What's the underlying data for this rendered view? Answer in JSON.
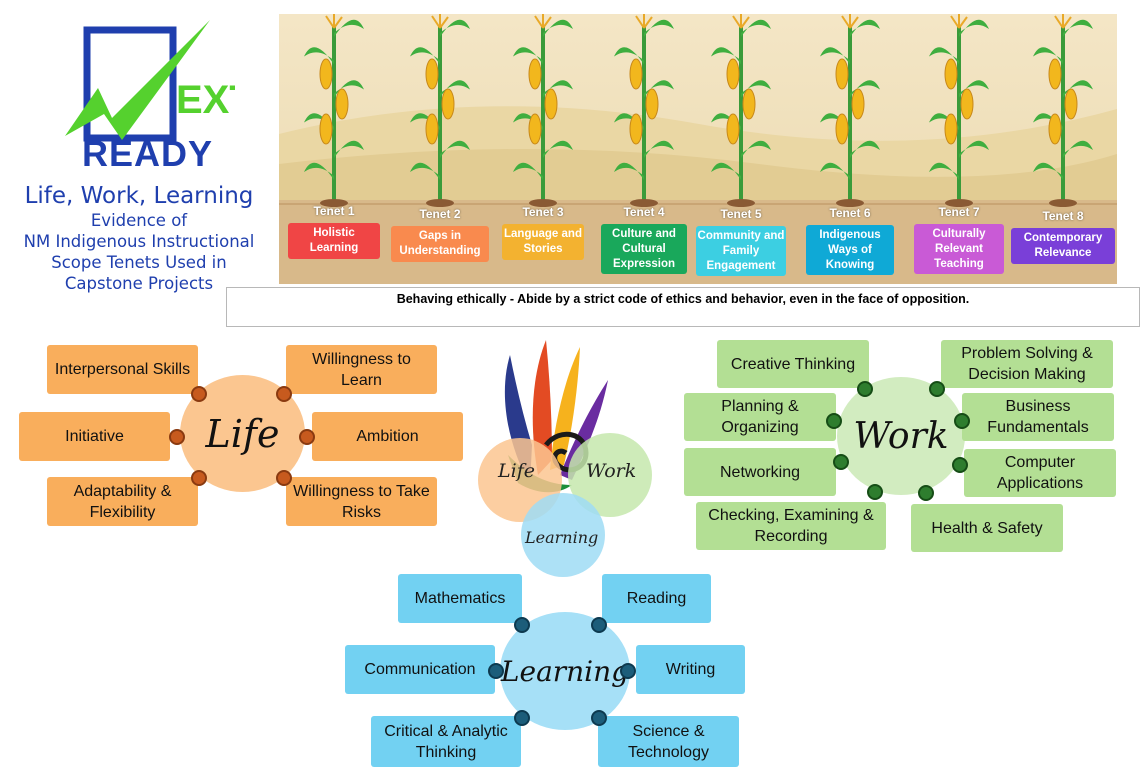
{
  "logo": {
    "word1": "EXT",
    "word2": "READY"
  },
  "title": {
    "main": "Life, Work, Learning",
    "lines": [
      "Evidence of",
      "NM Indigenous Instructional",
      "Scope Tenets Used in",
      "Capstone Projects"
    ]
  },
  "tenets": [
    {
      "number": "Tenet 1",
      "name": "Holistic Learning",
      "color": "#f04545"
    },
    {
      "number": "Tenet 2",
      "name": "Gaps in Understanding",
      "color": "#f98a4e"
    },
    {
      "number": "Tenet 3",
      "name": "Language and Stories",
      "color": "#f3b230"
    },
    {
      "number": "Tenet 4",
      "name": "Culture and Cultural Expression",
      "color": "#19a85b"
    },
    {
      "number": "Tenet 5",
      "name": "Community and Family Engagement",
      "color": "#3ccfe2"
    },
    {
      "number": "Tenet 6",
      "name": "Indigenous Ways of Knowing",
      "color": "#0fa9d6"
    },
    {
      "number": "Tenet 7",
      "name": "Culturally Relevant Teaching",
      "color": "#c95ad6"
    },
    {
      "number": "Tenet 8",
      "name": "Contemporary Relevance",
      "color": "#7a3fd8"
    }
  ],
  "quote": "Behaving ethically - Abide by a strict code of ethics and behavior, even in the face of opposition.",
  "life": {
    "hub": "Life",
    "color": "#f9ae5c",
    "items": [
      "Interpersonal Skills",
      "Willingness to Learn",
      "Initiative",
      "Ambition",
      "Adaptability & Flexibility",
      "Willingness to Take Risks"
    ]
  },
  "work": {
    "hub": "Work",
    "color": "#b3df94",
    "items": [
      "Creative Thinking",
      "Problem Solving & Decision Making",
      "Planning & Organizing",
      "Business Fundamentals",
      "Networking",
      "Computer Applications",
      "Checking, Examining & Recording",
      "Health & Safety"
    ]
  },
  "learning": {
    "hub": "Learning",
    "color": "#72d1f2",
    "items": [
      "Mathematics",
      "Reading",
      "Communication",
      "Writing",
      "Critical & Analytic Thinking",
      "Science & Technology"
    ]
  },
  "venn": {
    "life": "Life",
    "work": "Work",
    "learning": "Learning"
  }
}
